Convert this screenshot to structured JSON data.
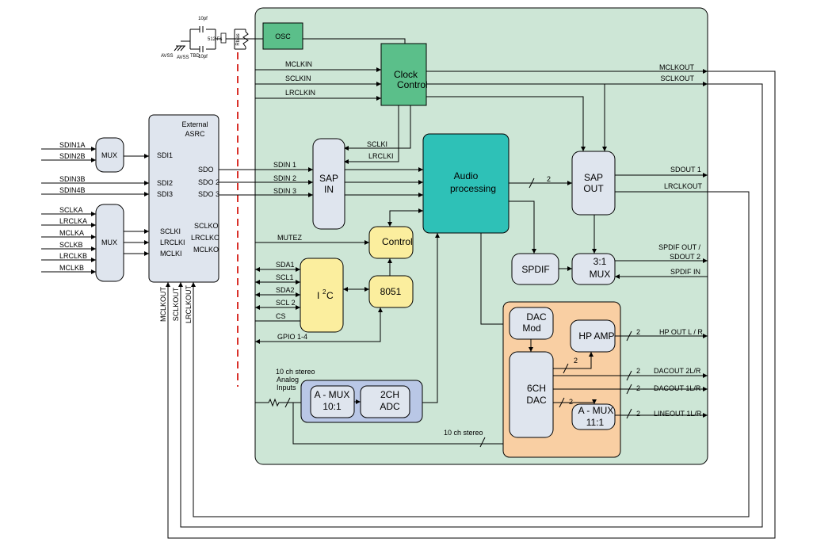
{
  "crystal": {
    "cap_top": "10pf",
    "cap_bottom": "10pf",
    "freq": "512 Fs",
    "rbias": "Rbias",
    "avss1": "AVSS",
    "avss2": "AVSS",
    "tbd": "TBD"
  },
  "osc": {
    "label": "OSC"
  },
  "clock_control": {
    "line1": "Clock",
    "line2": "Control"
  },
  "clock_inputs": [
    "MCLKIN",
    "SCLKIN",
    "LRCLKIN"
  ],
  "clock_outputs": [
    "MCLKOUT",
    "SCLKOUT"
  ],
  "mux_a": {
    "label": "MUX",
    "inputs": [
      "SDIN1A",
      "SDIN2B"
    ]
  },
  "sdin_extra": [
    "SDIN3B",
    "SDIN4B"
  ],
  "mux_b": {
    "label": "MUX",
    "inputs": [
      "SCLKA",
      "LRCLKA",
      "MCLKA",
      "SCLKB",
      "LRCLKB",
      "MCLKB"
    ]
  },
  "asrc": {
    "title1": "External",
    "title2": "ASRC",
    "sdi": [
      "SDI1",
      "SDI2",
      "SDI3"
    ],
    "sdo": [
      "SDO",
      "SDO 2",
      "SDO 3"
    ],
    "clk_in": [
      "SCLKI",
      "LRCLKI",
      "MCLKI"
    ],
    "clk_out": [
      "SCLKO",
      "LRCLKO",
      "MCLKO"
    ],
    "vertical": [
      "MCLKOUT",
      "SCLKOUT",
      "LRCLKOUT"
    ]
  },
  "sap_in": {
    "line1": "SAP",
    "line2": "IN",
    "inputs": [
      "SDIN 1",
      "SDIN 2",
      "SDIN 3"
    ],
    "clocks": [
      "SCLKI",
      "LRCLKI"
    ]
  },
  "audio": {
    "line1": "Audio",
    "line2": "processing",
    "bus": "2"
  },
  "sap_out": {
    "line1": "SAP",
    "line2": "OUT",
    "outputs": [
      "SDOUT 1",
      "LRCLKOUT"
    ]
  },
  "control": {
    "label": "Control",
    "mutez": "MUTEZ"
  },
  "i2c": {
    "label": "I",
    "sup": "2",
    "suffix": "C",
    "pins": [
      "SDA1",
      "SCL1",
      "SDA2",
      "SCL 2",
      "CS"
    ],
    "gpio": "GPIO 1-4"
  },
  "mcu": {
    "label": "8051"
  },
  "spdif": {
    "label": "SPDIF"
  },
  "mux31": {
    "line1": "3:1",
    "line2": "MUX",
    "out1": "SPDIF OUT /",
    "out2": "SDOUT 2",
    "in": "SPDIF IN"
  },
  "analog": {
    "line1": "10  ch stereo",
    "line2": "Analog",
    "line3": "Inputs"
  },
  "amux": {
    "line1": "A - MUX",
    "line2": "10:1"
  },
  "adc": {
    "line1": "2CH",
    "line2": "ADC"
  },
  "dac_mod": {
    "line1": "DAC",
    "line2": "Mod"
  },
  "hp_amp": {
    "label": "HP AMP",
    "out": "HP OUT L / R",
    "bus": "2"
  },
  "dac6": {
    "line1": "6CH",
    "line2": "DAC",
    "buses": [
      "2",
      "2"
    ]
  },
  "dac_outputs": {
    "dacout2": "DACOUT 2L/R",
    "dacout1": "DACOUT 1L/R",
    "lineout": "LINEOUT 1L/R",
    "bus": "2"
  },
  "amux11": {
    "line1": "A - MUX",
    "line2": "11:1"
  },
  "stereo_bottom": "10  ch stereo",
  "colors": {
    "main_bg": "#cde6d6",
    "clock": "#5bbf8a",
    "audio": "#2ec1b7",
    "yellow": "#fbee9e",
    "grey": "#dfe5ee",
    "analog": "#b9c7e6",
    "orange": "#f9cfa3",
    "dash": "#d9312a"
  }
}
